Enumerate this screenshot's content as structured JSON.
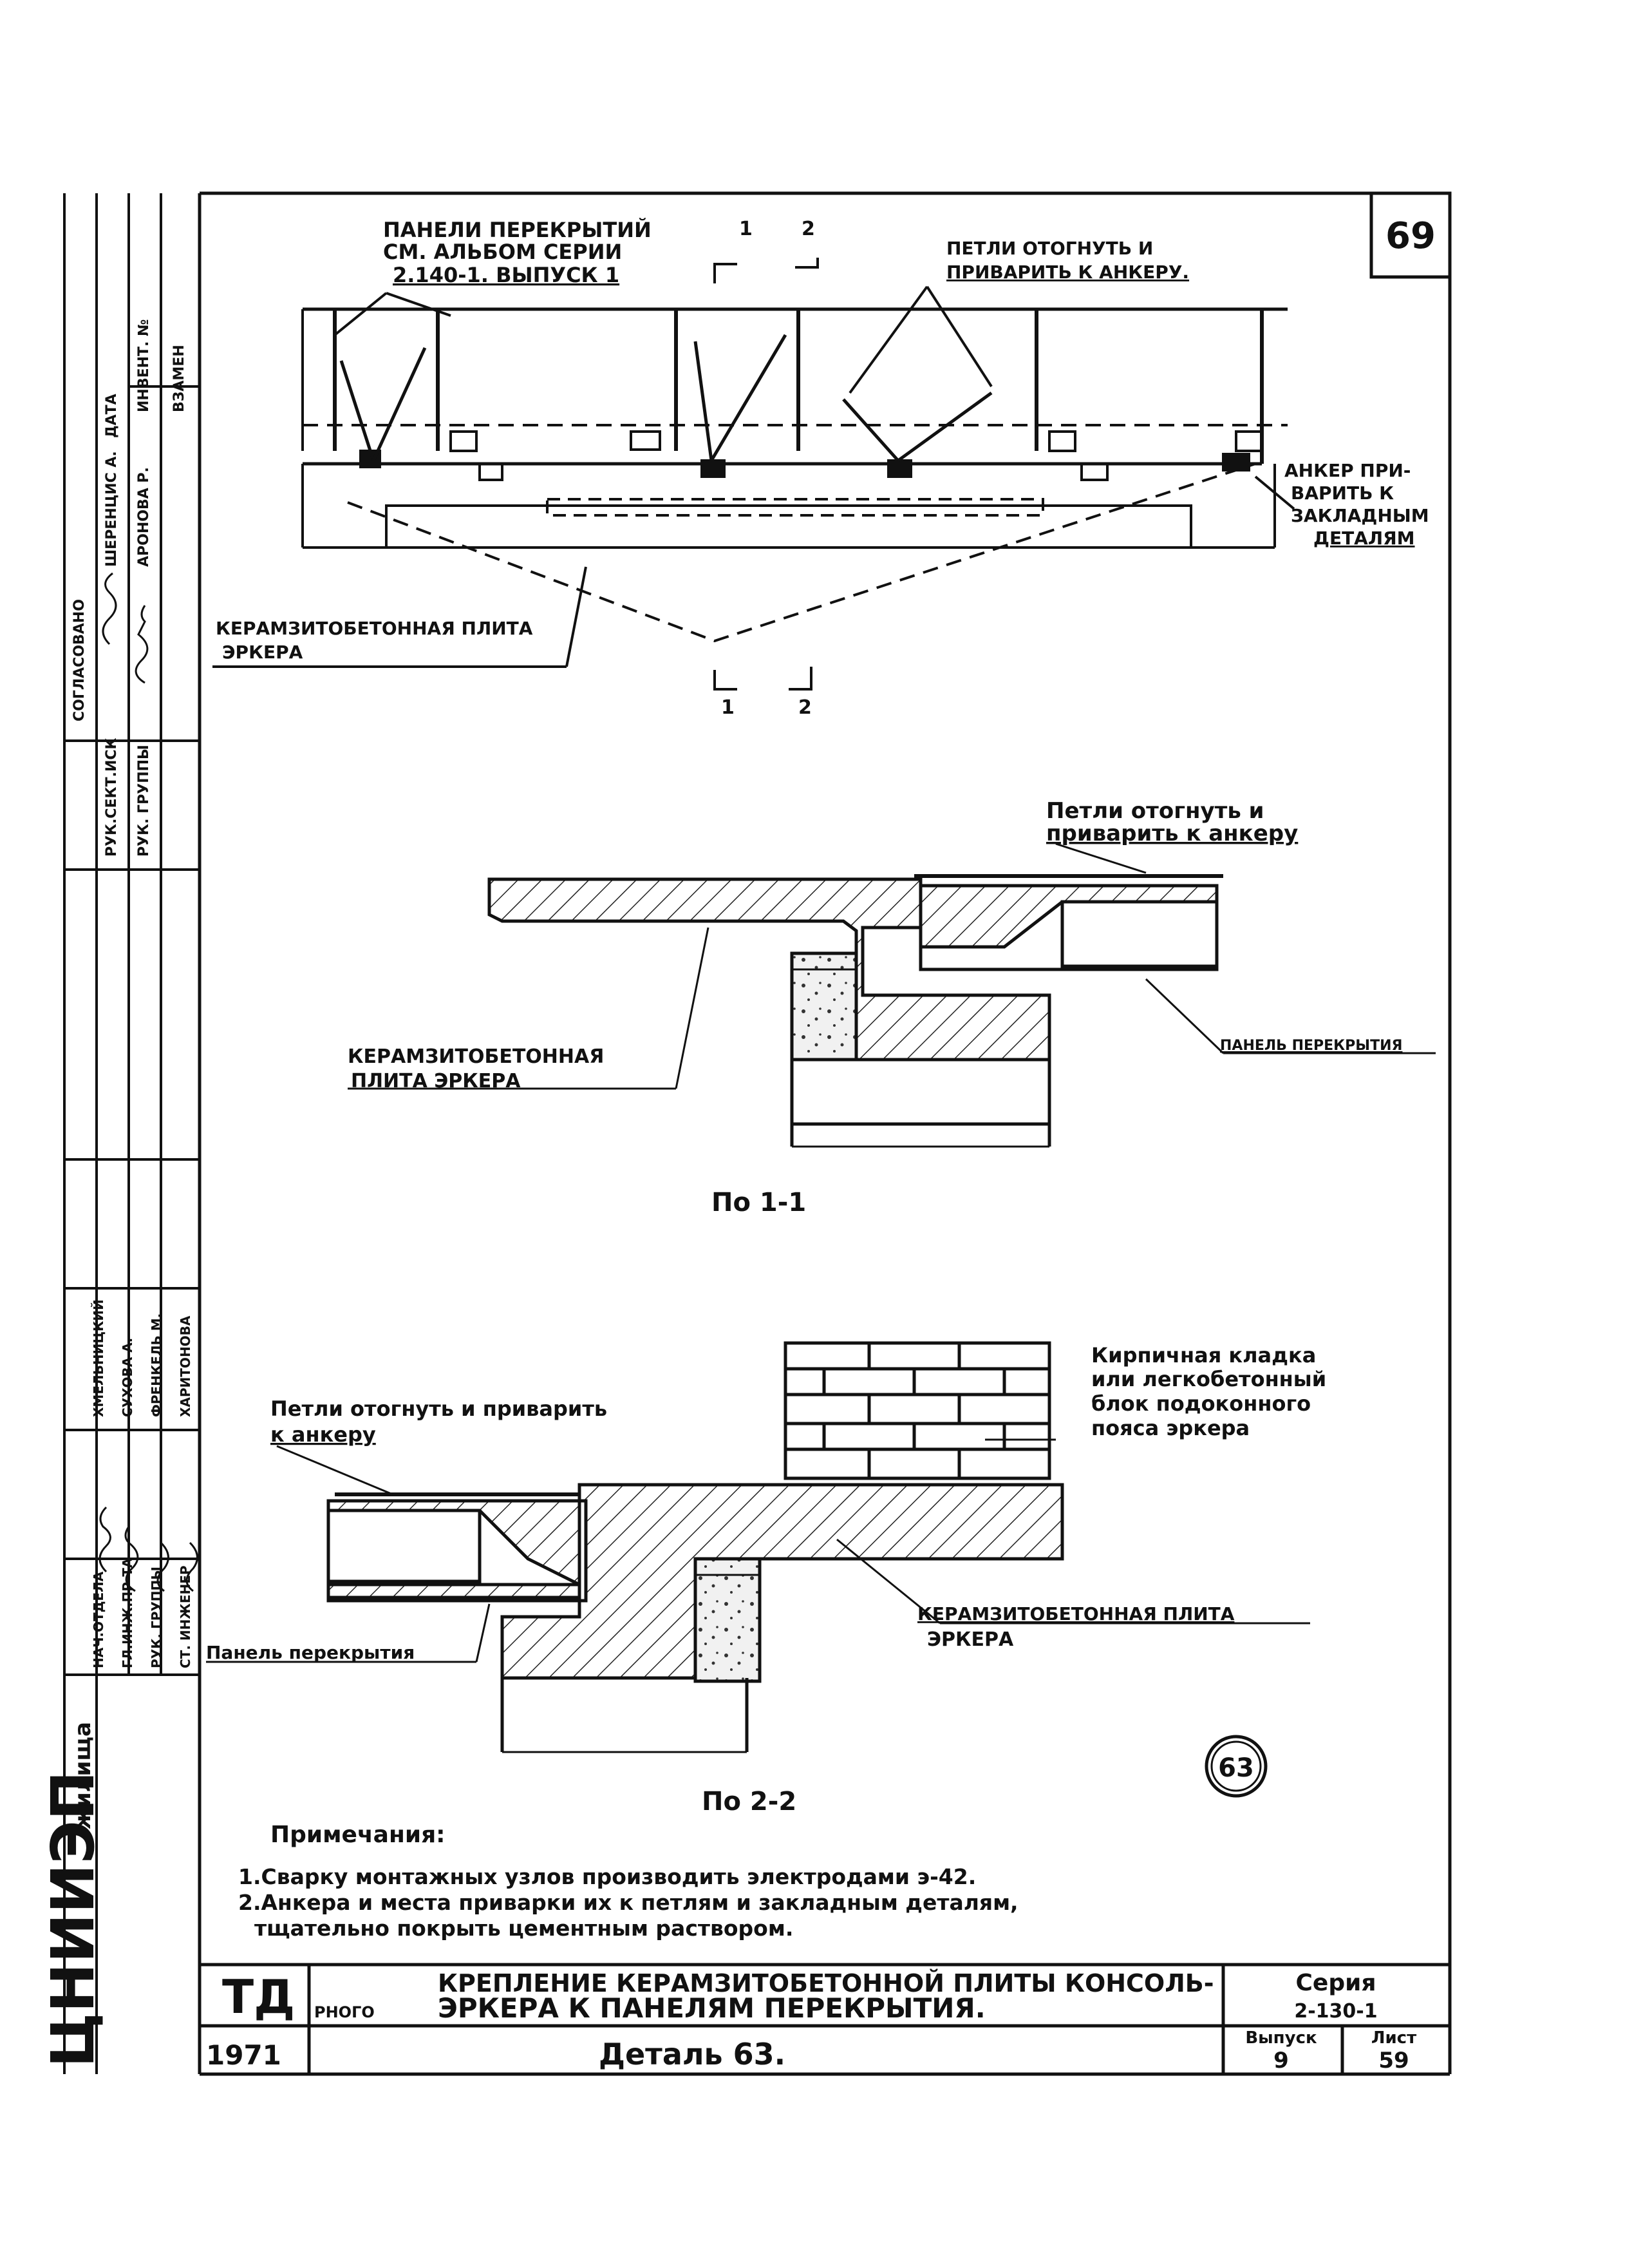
{
  "sheet_number_top": "69",
  "plan": {
    "panels_label_line1": "ПАНЕЛИ ПЕРЕКРЫТИЙ",
    "panels_label_line2": "СМ. АЛЬБОМ СЕРИИ",
    "panels_label_line3": "2.140-1. ВЫПУСК 1",
    "loops_label_line1": "ПЕТЛИ ОТОГНУТЬ И",
    "loops_label_line2": "ПРИВАРИТЬ К АНКЕРУ.",
    "anchor_label_line1": "АНКЕР ПРИ-",
    "anchor_label_line2": "ВАРИТЬ К",
    "anchor_label_line3": "ЗАКЛАДНЫМ",
    "anchor_label_line4": "ДЕТАЛЯМ",
    "slab_label_line1": "КЕРАМЗИТОБЕТОННАЯ ПЛИТА",
    "slab_label_line2": "ЭРКЕРА",
    "cut1": "1",
    "cut2": "2"
  },
  "section1": {
    "loops_line1": "Петли отогнуть  и",
    "loops_line2": "приварить  к анкеру",
    "slab_line1": "КЕРАМЗИТОБЕТОННАЯ",
    "slab_line2": "ПЛИТА  ЭРКЕРА",
    "panel": "ПАНЕЛЬ ПЕРЕКРЫТИЯ",
    "caption": "По 1-1"
  },
  "section2": {
    "brick_line1": "Кирпичная  кладка",
    "brick_line2": "или легкобетонный",
    "brick_line3": "блок подоконного",
    "brick_line4": "пояса  эркера",
    "loops_line1": "Петли отогнуть и приварить",
    "loops_line2": "к анкеру",
    "slab_line1": "КЕРАМЗИТОБЕТОННАЯ ПЛИТА",
    "slab_line2": "ЭРКЕРА",
    "panel": "Панель перекрытия",
    "caption": "По 2-2",
    "detail_mark": "63"
  },
  "notes": {
    "heading": "Примечания:",
    "item1": "1.Сварку монтажных узлов производить электродами э-42.",
    "item2_line1": "2.Анкера и места приварки их к петлям и закладным деталям,",
    "item2_line2": "тщательно покрыть цементным раствором."
  },
  "title_block": {
    "org_code": "ТД",
    "year": "1971",
    "title_line1": "КРЕПЛЕНИЕ КЕРАМЗИТОБЕТОННОЙ ПЛИТЫ КОНСОЛЬ-",
    "title_prefix": "РНОГО",
    "title_line2": "ЭРКЕРА К ПАНЕЛЯМ  ПЕРЕКРЫТИЯ.",
    "detail": "Деталь 63.",
    "series_label": "Серия",
    "series_value": "2-130-1",
    "issue_label": "Выпуск",
    "issue_value": "9",
    "sheet_label": "Лист",
    "sheet_value": "59"
  },
  "side_stamp": {
    "org_main": "ЦНИИЭП",
    "org_sub": "жилища",
    "agreed": "СОГЛАСОВАНО",
    "upper_roles": [
      "РУК.СЕКТ.ИСК",
      "РУК. ГРУППЫ"
    ],
    "upper_names": [
      "ШЕРЕНЦИС А.",
      "АРОНОВА Р."
    ],
    "upper_cols": [
      "ДАТА",
      "ИНВЕНТ. №",
      "ВЗАМЕН"
    ],
    "lower_roles": [
      "НАЧ.ОТДЕЛА",
      "ГЛ.ИНЖ.ПР-ТА",
      "РУК. ГРУППЫ",
      "СТ. ИНЖЕНЕР"
    ],
    "lower_names": [
      "ХМЕЛЬНИЦКИЙ",
      "СУХОВА А.",
      "ФРЕНКЕЛЬ М.",
      "ХАРИТОНОВА"
    ]
  }
}
